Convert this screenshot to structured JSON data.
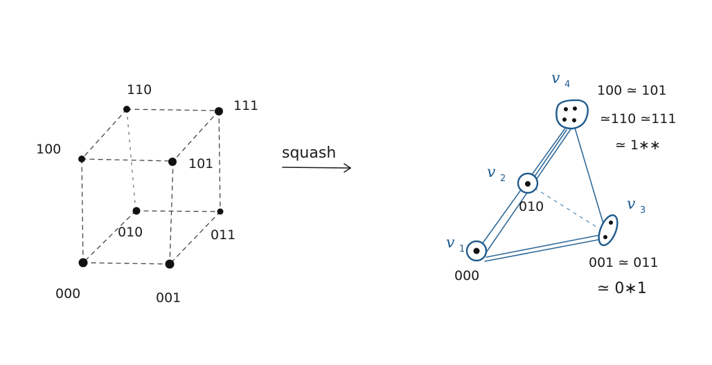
{
  "cube": {
    "vertices": [
      {
        "id": "000",
        "label": "000"
      },
      {
        "id": "001",
        "label": "001"
      },
      {
        "id": "010",
        "label": "010"
      },
      {
        "id": "011",
        "label": "011"
      },
      {
        "id": "100",
        "label": "100"
      },
      {
        "id": "101",
        "label": "101"
      },
      {
        "id": "110",
        "label": "110"
      },
      {
        "id": "111",
        "label": "111"
      }
    ]
  },
  "arrow": {
    "label": "squash"
  },
  "quotient": {
    "nodes": [
      {
        "id": "v1",
        "name": "v",
        "sub": "1",
        "caption": [
          "000"
        ]
      },
      {
        "id": "v2",
        "name": "v",
        "sub": "2",
        "caption": [
          "010"
        ]
      },
      {
        "id": "v3",
        "name": "v",
        "sub": "3",
        "caption": [
          "001 ≃ 011",
          "≃ 0∗1"
        ]
      },
      {
        "id": "v4",
        "name": "v",
        "sub": "4",
        "caption": [
          "100 ≃ 101",
          "≃110 ≃111",
          "≃ 1∗∗"
        ]
      }
    ]
  },
  "colors": {
    "ink": "#1a1a1a",
    "blue": "#1f5a8c"
  }
}
